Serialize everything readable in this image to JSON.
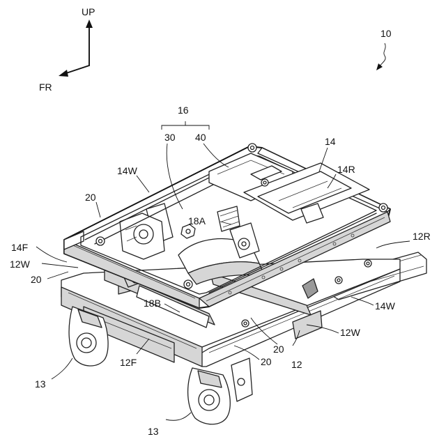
{
  "figure": {
    "direction": {
      "up": "UP",
      "front": "FR"
    },
    "labels": {
      "l10": "10",
      "l16": "16",
      "l30": "30",
      "l40": "40",
      "l14": "14",
      "l14W_top": "14W",
      "l14R": "14R",
      "l20_left": "20",
      "l18A": "18A",
      "l12R": "12R",
      "l14F": "14F",
      "l12W_left": "12W",
      "l20_left2": "20",
      "l18B": "18B",
      "l14W_right": "14W",
      "l12W_right": "12W",
      "l20_mid": "20",
      "l20_bottom": "20",
      "l12": "12",
      "l12F": "12F",
      "l13_left": "13",
      "l13_bottom": "13"
    }
  },
  "colors": {
    "line": "#222222",
    "shade": "#d6d6d6",
    "dark": "#9a9a9a"
  }
}
